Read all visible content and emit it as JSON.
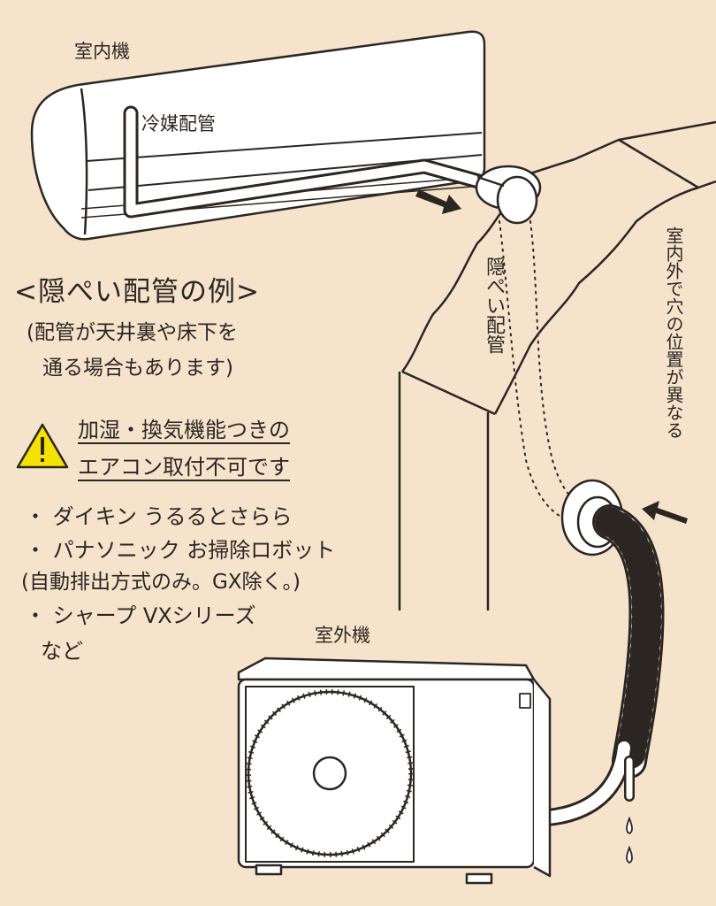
{
  "labels": {
    "indoor_unit": "室内機",
    "refrigerant_pipe": "冷媒配管",
    "outdoor_unit": "室外機",
    "hidden_pipe": "隠ぺい配管",
    "hole_note": "室内外で穴の位置が異なる"
  },
  "example": {
    "title": "<隠ぺい配管の例>",
    "note_line1": "(配管が天井裏や床下を",
    "note_line2": "通る場合もあります)"
  },
  "warning": {
    "icon": "warning-triangle-icon",
    "line1": "加湿・換気機能つきの",
    "line2": "エアコン取付不可です"
  },
  "models": [
    "・ ダイキン うるるとさらら",
    "・ パナソニック お掃除ロボット",
    "(自動排出方式のみ。GX除く。)",
    "・ シャープ VXシリーズ",
    "など"
  ],
  "colors": {
    "background": "#f5e3cc",
    "line": "#2c2622",
    "warning_fill": "#f4e300"
  }
}
